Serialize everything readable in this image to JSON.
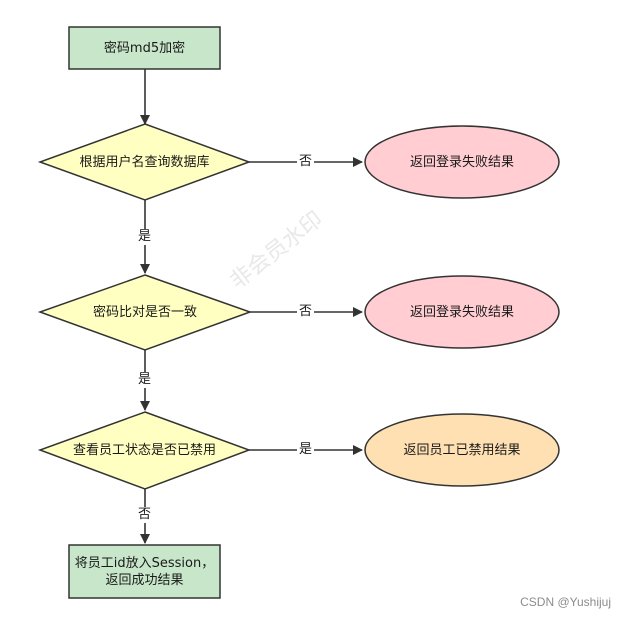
{
  "nodes": {
    "start": "密码md5加密",
    "query_db": "根据用户名查询数据库",
    "fail_1": "返回登录失败结果",
    "password_match": "密码比对是否一致",
    "fail_2": "返回登录失败结果",
    "check_disabled": "查看员工状态是否已禁用",
    "disabled_result": "返回员工已禁用结果",
    "end_line1": "将员工id放入Session，",
    "end_line2": "返回成功结果"
  },
  "edges": {
    "query_no": "否",
    "query_yes": "是",
    "match_no": "否",
    "match_yes": "是",
    "disabled_yes": "是",
    "disabled_no": "否"
  },
  "watermark": "非会员水印",
  "credit": "CSDN @Yushijuj",
  "colors": {
    "process_fill": "#c8e6c9",
    "decision_fill": "#ffffc2",
    "fail_fill": "#ffcdd2",
    "disabled_fill": "#ffe0b2",
    "stroke": "#333333"
  }
}
